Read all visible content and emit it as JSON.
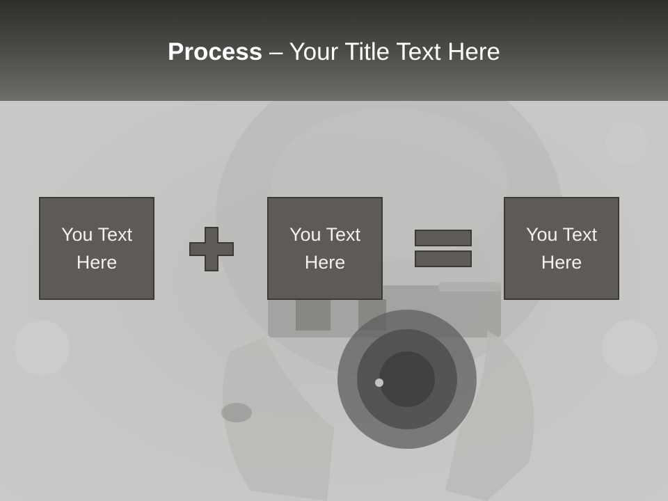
{
  "slide": {
    "title_bold": "Process",
    "title_rest": " – Your Title Text Here"
  },
  "process": {
    "boxes": [
      {
        "text": "You Text Here"
      },
      {
        "text": "You Text Here"
      },
      {
        "text": "You Text Here"
      }
    ],
    "operators": [
      "plus-icon",
      "equals-icon"
    ]
  },
  "colors": {
    "header_dark": "#2f2e2b",
    "header_light": "#6f6d69",
    "box_fill": "#5e5a55",
    "box_border": "#3d3a36",
    "box_text": "#f2f1ef"
  }
}
